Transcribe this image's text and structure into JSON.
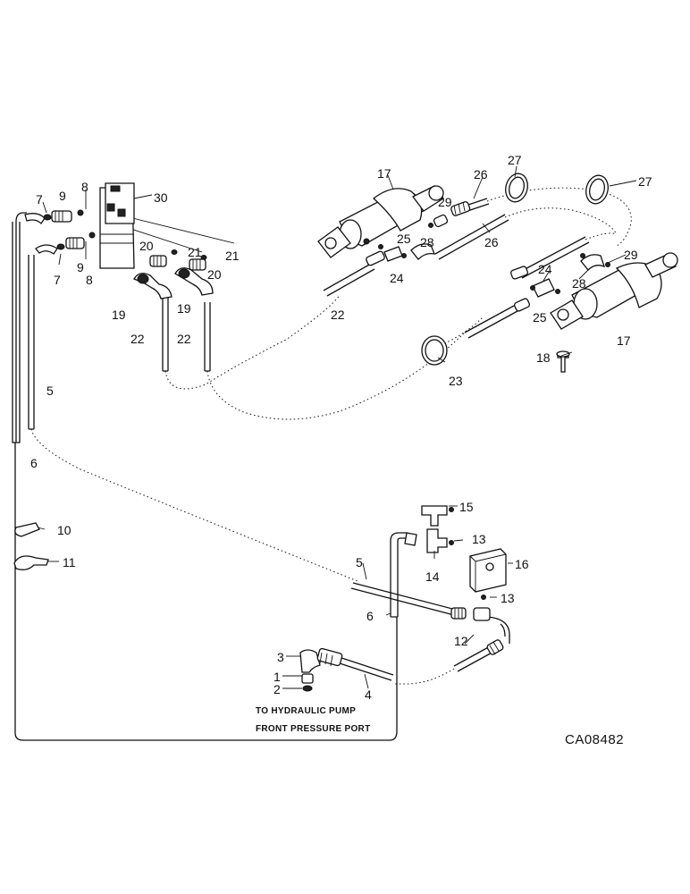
{
  "diagram": {
    "note_lines": [
      "TO HYDRAULIC PUMP",
      "FRONT PRESSURE PORT"
    ],
    "drawing_code": "CA08482",
    "callouts": {
      "c1": "1",
      "c2": "2",
      "c3": "3",
      "c4": "4",
      "c5a": "5",
      "c5b": "5",
      "c6a": "6",
      "c6b": "6",
      "c7a": "7",
      "c7b": "7",
      "c8a": "8",
      "c8b": "8",
      "c9a": "9",
      "c9b": "9",
      "c10": "10",
      "c11": "11",
      "c12": "12",
      "c13a": "13",
      "c13b": "13",
      "c14": "14",
      "c15": "15",
      "c16": "16",
      "c17a": "17",
      "c17b": "17",
      "c18": "18",
      "c19a": "19",
      "c19b": "19",
      "c20a": "20",
      "c20b": "20",
      "c21a": "21",
      "c21b": "21",
      "c22a": "22",
      "c22b": "22",
      "c22c": "22",
      "c23": "23",
      "c24a": "24",
      "c24b": "24",
      "c25a": "25",
      "c25b": "25",
      "c26a": "26",
      "c26b": "26",
      "c27a": "27",
      "c27b": "27",
      "c28a": "28",
      "c28b": "28",
      "c29a": "29",
      "c29b": "29",
      "c30": "30"
    }
  }
}
